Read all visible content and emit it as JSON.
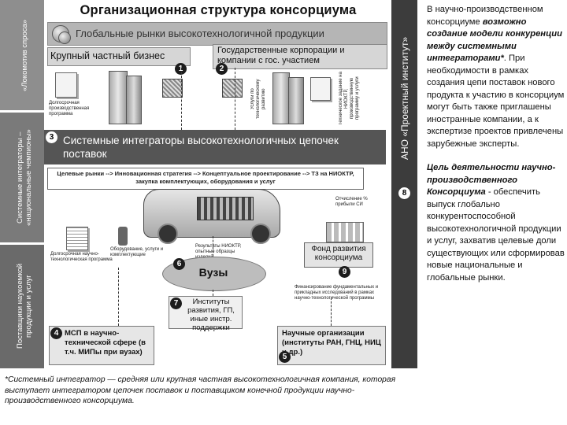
{
  "diagram": {
    "title": "Организационная структура консорциума",
    "left_bands": [
      {
        "text": "«Локомотив спроса»"
      },
      {
        "text": "Системные интеграторы –\n«национальные чемпионы»"
      },
      {
        "text": "Поставщики наукоемкой\nпродукции и услуг"
      }
    ],
    "right_band": "АНО «Проектный институт»",
    "global_markets": "Глобальные рынки высокотехнологичной продукции",
    "big_business": "Крупный частный бизнес",
    "state_corps": "Государственные корпорации и компании с гос. участием",
    "long_program_1": "Долгосрочная производственная программа",
    "vertical_labels": [
      "Услуги по технологическому развитию",
      "Техническое задание на НИОКТР, производственную программу и услуги"
    ],
    "system_integrators": "Системные интеграторы высокотехнологичных цепочек поставок",
    "chain_text": "Целевые рынки --> Инновационная стратегия --> Концептуальное проектирование --> ТЗ на НИОКТР, закупка комплектующих, оборудования и услуг",
    "deductions": "Отчисление % прибыли СИ",
    "equipment": "Оборудование, услуги и комплектующие",
    "results": "Результаты НИОКТР, опытные образцы изделий",
    "long_program_2": "Долгосрочная научно-технологическая программа",
    "fund": "Фонд развития консорциума",
    "universities": "Вузы",
    "institutes": "Институты развития, ГП, иные инстр. поддержки",
    "fundamental": "Финансирование фундаментальных и прикладных исследований в рамках научно-технологической программы",
    "msp": "МСП в научно-технической сфере (в т.ч. МИПы при вузах)",
    "sci_orgs": "Научные организации (институты РАН, ГНЦ, НИЦ и др.)",
    "numbers": [
      "1",
      "2",
      "3",
      "4",
      "5",
      "6",
      "7",
      "8",
      "9"
    ]
  },
  "footnote": "*Системный интегратор — средняя или крупная частная высокотехнологичная компания, которая выступает интегратором цепочек поставок и поставщиком конечной продукции научно-производственного консорциума.",
  "right_text": {
    "p1_a": "В научно-производственном консорциуме ",
    "p1_b": "возможно создание модели конкуренции между системными интеграторами*",
    "p1_c": ". При необходимости в рамках создания цепи поставок нового продукта к участию в консорциум могут быть также приглашены иностранные компании, а к экспертизе проектов привлечены зарубежные эксперты.",
    "p2_a": "Цель деятельности научно-производственного Консорциума",
    "p2_b": " - обеспечить выпуск глобально конкурентоспособной высокотехнологичной продукции и услуг, захватив целевые доли существующих или сформировав новые национальные и глобальные рынки."
  }
}
